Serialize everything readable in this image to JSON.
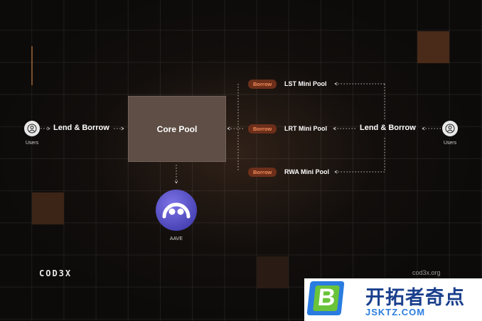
{
  "users": {
    "left_label": "Users",
    "right_label": "Users"
  },
  "flows": {
    "left_label": "Lend & Borrow",
    "right_label": "Lend & Borrow"
  },
  "core_pool": {
    "label": "Core Pool"
  },
  "mini_pools": [
    {
      "tag": "Borrow",
      "label": "LST Mini Pool"
    },
    {
      "tag": "Borrow",
      "label": "LRT Mini Pool"
    },
    {
      "tag": "Borrow",
      "label": "RWA Mini Pool"
    }
  ],
  "aave": {
    "label": "AAVE"
  },
  "brand": {
    "logo": "COD3X",
    "site": "cod3x.org"
  },
  "watermark": {
    "badge_letter": "B",
    "chinese": "开拓者奇点",
    "domain": "JSKTZ.COM"
  },
  "colors": {
    "pill_bg": "#6d2f1a",
    "pill_text": "#f18c5c",
    "aave": "#5a53cc",
    "core_pool": "#5e4e45"
  }
}
